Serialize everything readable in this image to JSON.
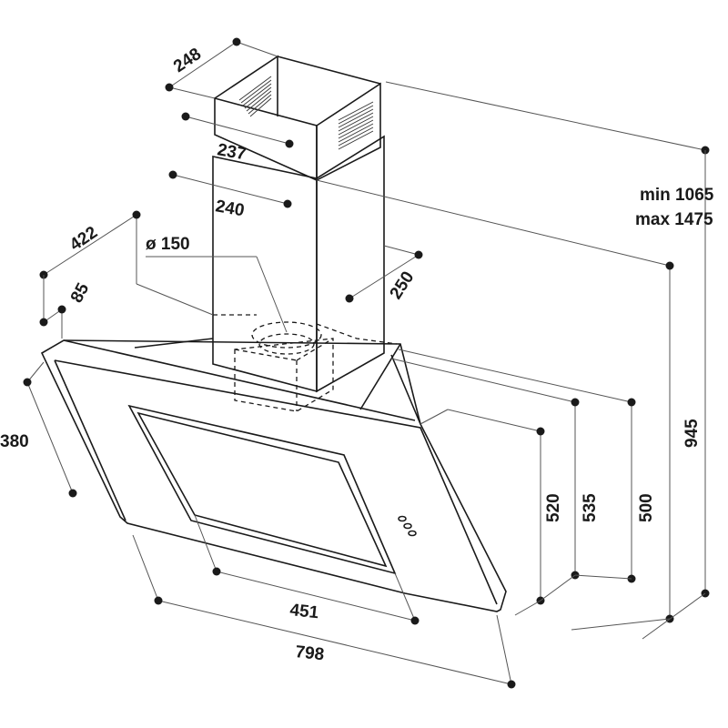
{
  "dimensions": {
    "chimney_depth_top": "248",
    "chimney_width_upper": "237",
    "chimney_width_lower": "240",
    "duct_diameter": "ø 150",
    "chimney_depth_lower": "250",
    "hood_depth": "422",
    "wall_offset": "85",
    "panel_height_left": "380",
    "height_520": "520",
    "height_535": "535",
    "height_500": "500",
    "total_height": "945",
    "chimney_height_min": "min 1065",
    "chimney_height_max": "max 1475",
    "glass_width": "451",
    "hood_width": "798"
  },
  "colors": {
    "line": "#1a1a1a",
    "dimension_line": "#555555",
    "background": "#ffffff"
  },
  "icons": [
    "control-buttons-icon",
    "duct-outlet-icon"
  ]
}
